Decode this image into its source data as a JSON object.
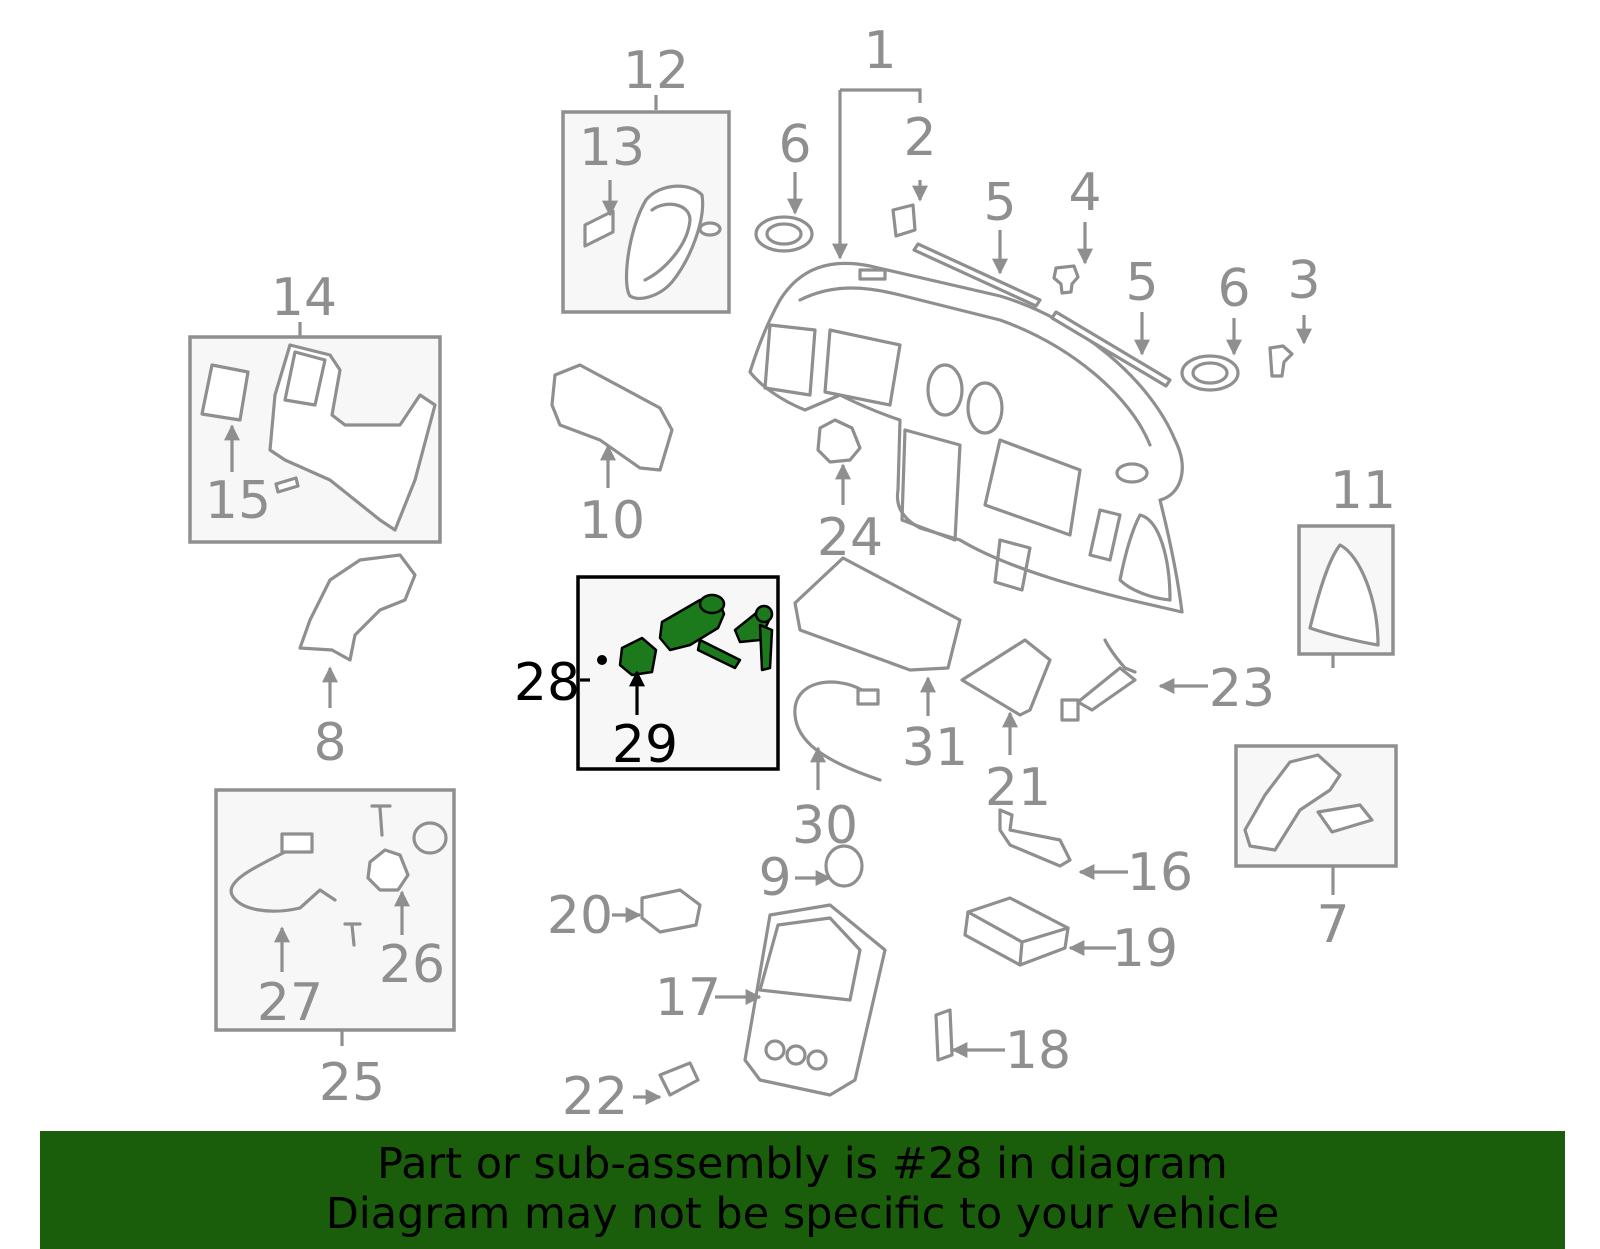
{
  "diagram": {
    "highlighted_part": "28",
    "highlight_color": "#1c7a1c",
    "callouts": [
      {
        "id": "c1",
        "label": "1"
      },
      {
        "id": "c2",
        "label": "2"
      },
      {
        "id": "c3",
        "label": "3"
      },
      {
        "id": "c4",
        "label": "4"
      },
      {
        "id": "c5a",
        "label": "5"
      },
      {
        "id": "c5b",
        "label": "5"
      },
      {
        "id": "c6a",
        "label": "6"
      },
      {
        "id": "c6b",
        "label": "6"
      },
      {
        "id": "c7",
        "label": "7"
      },
      {
        "id": "c8",
        "label": "8"
      },
      {
        "id": "c9",
        "label": "9"
      },
      {
        "id": "c10",
        "label": "10"
      },
      {
        "id": "c11",
        "label": "11"
      },
      {
        "id": "c12",
        "label": "12"
      },
      {
        "id": "c13",
        "label": "13"
      },
      {
        "id": "c14",
        "label": "14"
      },
      {
        "id": "c15",
        "label": "15"
      },
      {
        "id": "c16",
        "label": "16"
      },
      {
        "id": "c17",
        "label": "17"
      },
      {
        "id": "c18",
        "label": "18"
      },
      {
        "id": "c19",
        "label": "19"
      },
      {
        "id": "c20",
        "label": "20"
      },
      {
        "id": "c21",
        "label": "21"
      },
      {
        "id": "c22",
        "label": "22"
      },
      {
        "id": "c23",
        "label": "23"
      },
      {
        "id": "c24",
        "label": "24"
      },
      {
        "id": "c25",
        "label": "25"
      },
      {
        "id": "c26",
        "label": "26"
      },
      {
        "id": "c27",
        "label": "27"
      },
      {
        "id": "c28",
        "label": "28"
      },
      {
        "id": "c29",
        "label": "29"
      },
      {
        "id": "c30",
        "label": "30"
      },
      {
        "id": "c31",
        "label": "31"
      }
    ]
  },
  "banner": {
    "line1": "Part or sub-assembly is #28 in diagram",
    "line2": "Diagram may not be specific to your vehicle",
    "background": "#1a5e0b"
  }
}
